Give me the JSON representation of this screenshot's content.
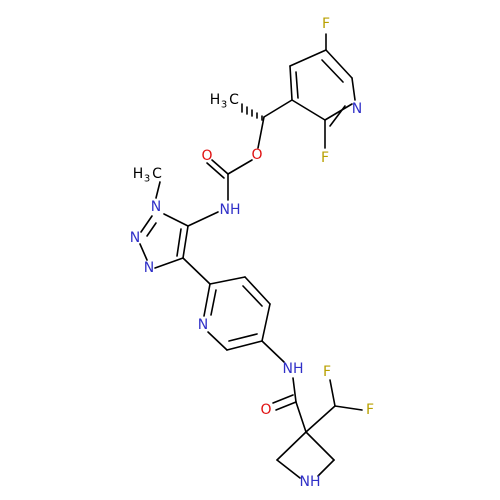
{
  "colors": {
    "carbon_bond": "#000000",
    "N": "#3030c8",
    "O": "#e01010",
    "F": "#b8a000",
    "C": "#000000"
  },
  "molecule": {
    "labels": {
      "F_pyridine_top": "F",
      "N_pyridine_top": "N",
      "F_pyridine_2": "F",
      "CH3_chiral": "H",
      "CH3_chiral_sub": "3",
      "CH3_chiral_C": "C",
      "O_ester": "O",
      "O_carbonyl": "O",
      "NH_carbamate": "NH",
      "CH3_triazole": "H",
      "CH3_triazole_sub": "3",
      "CH3_triazole_C": "C",
      "N1_triazole": "N",
      "N2_triazole": "N",
      "N3_triazole": "N",
      "N_pyridine_mid": "N",
      "NH_amide": "NH",
      "O_amide": "O",
      "F_CHF2_a": "F",
      "F_CHF2_b": "F",
      "NH_azetidine": "NH"
    }
  }
}
